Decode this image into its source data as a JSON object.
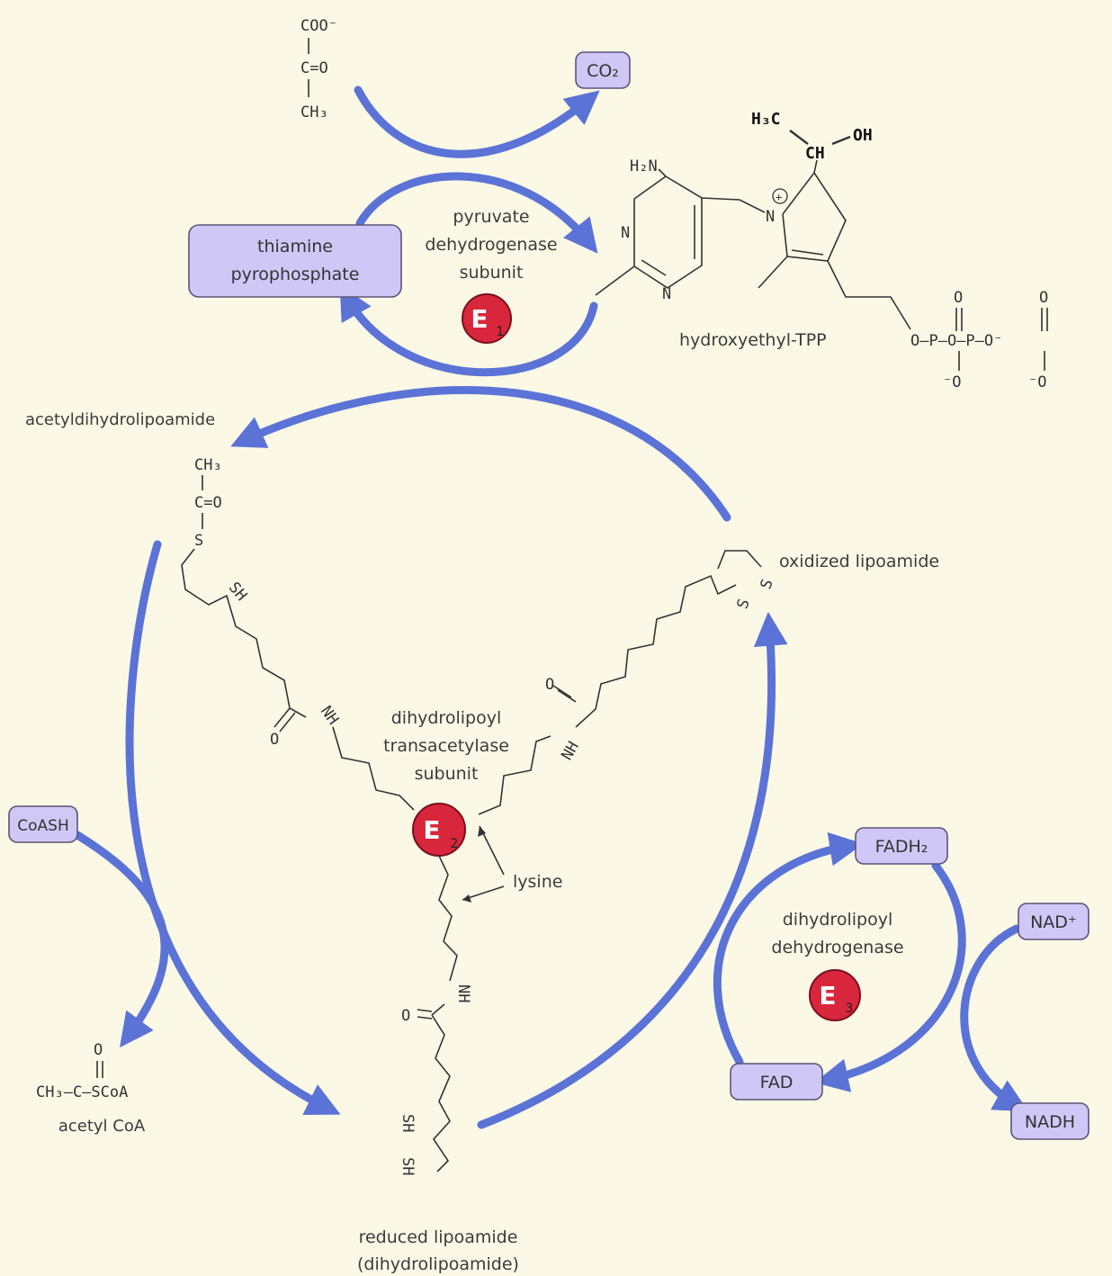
{
  "labels": {
    "pyruvate_dehydrogenase": [
      "pyruvate",
      "dehydrogenase",
      "subunit"
    ],
    "thiamine_pyrophosphate": [
      "thiamine",
      "pyrophosphate"
    ],
    "hydroxyethyl_tpp": "hydroxyethyl-TPP",
    "acetyldihydrolipoamide": "acetyldihydrolipoamide",
    "oxidized_lipoamide": "oxidized lipoamide",
    "transacetylase": [
      "dihydrolipoyl",
      "transacetylase",
      "subunit"
    ],
    "lysine": "lysine",
    "dehydrogenase_e3": [
      "dihydrolipoyl",
      "dehydrogenase"
    ],
    "acetyl_coa": "acetyl CoA",
    "reduced_lipoamide": [
      "reduced lipoamide",
      "(dihydrolipoamide)"
    ]
  },
  "boxes": {
    "co2": "CO₂",
    "coash": "CoASH",
    "fadh2": "FADH₂",
    "nad_plus": "NAD⁺",
    "fad": "FAD",
    "nadh": "NADH"
  },
  "enzymes": {
    "e1": {
      "letter": "E",
      "sub": "1"
    },
    "e2": {
      "letter": "E",
      "sub": "2"
    },
    "e3": {
      "letter": "E",
      "sub": "3"
    }
  },
  "chem": {
    "pyruvate": [
      "COO⁻",
      "C=O",
      "CH₃"
    ],
    "acetyl_group": [
      "CH₃",
      "C=O",
      "S"
    ],
    "sh": "SH",
    "nh": "NH",
    "o": "O",
    "acetyl_coa_formula": "CH₃—C—SCoA",
    "acetyl_coa_o": "O",
    "h2n": "H₂N",
    "n": "N",
    "n_plus": "N",
    "plus": "+",
    "h3c": "H₃C",
    "ch": "CH",
    "oh": "OH",
    "ss": "S",
    "phosphate_chain": "O—P—O—P—O⁻",
    "phosphate_o_top": "O",
    "phosphate_o_bottom": "⁻O",
    "sh_pair": [
      "SH",
      "SH"
    ]
  },
  "colors": {
    "flow": "#5b73d6",
    "box_fill": "#cfc8f6",
    "enzyme": "#d8263d",
    "background": "#fbf9e6"
  }
}
